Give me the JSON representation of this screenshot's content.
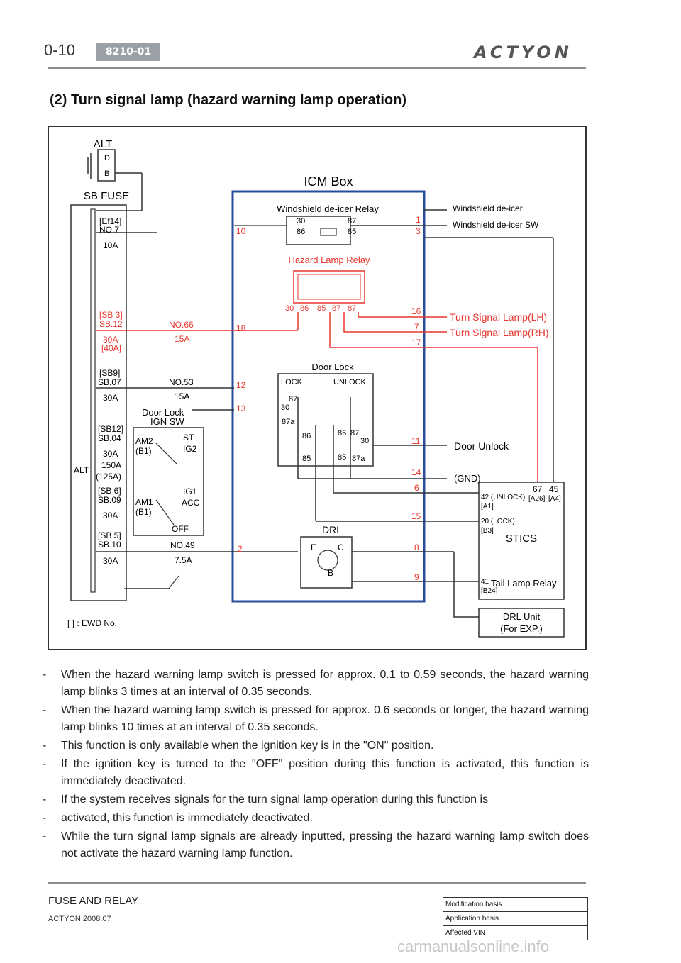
{
  "header": {
    "page_number": "0-10",
    "section_code": "8210-01",
    "brand": "ACTYON"
  },
  "heading": "(2) Turn signal lamp (hazard warning lamp operation)",
  "diagram": {
    "alt_top": "ALT",
    "alt_terminal_d": "D",
    "alt_terminal_b": "B",
    "sb_fuse_title": "SB FUSE",
    "icm_box_title": "ICM Box",
    "fuse_ef14": "[Ef14]",
    "fuse_no7": "NO.7",
    "fuse_no7_amp": "10A",
    "fuse_sb3": "[SB 3]",
    "fuse_sb12": "SB.12",
    "fuse_sb12_amp": "30A",
    "fuse_sb12_alt": "[40A]",
    "fuse_no66": "NO.66",
    "fuse_no66_amp": "15A",
    "fuse_sb9": "[SB9]",
    "fuse_sb07": "SB.07",
    "fuse_sb07_amp": "30A",
    "fuse_no53": "NO.53",
    "fuse_no53_amp": "15A",
    "door_lock_label": "Door Lock",
    "ign_sw_title": "IGN SW",
    "fuse_sb12b": "[SB12]",
    "fuse_sb04": "SB.04",
    "fuse_sb04_amp": "30A",
    "alt_main_amp": "150A",
    "alt_main_amp_alt": "(125A)",
    "alt_side": "ALT",
    "fuse_sb6": "[SB 6]",
    "fuse_sb09": "SB.09",
    "fuse_sb09_amp": "30A",
    "fuse_sb5": "[SB 5]",
    "fuse_sb10": "SB.10",
    "fuse_sb10_amp": "30A",
    "fuse_no49": "NO.49",
    "fuse_no49_amp": "7.5A",
    "ign_am2": "AM2",
    "ign_am2_sub": "(B1)",
    "ign_am1": "AM1",
    "ign_am1_sub": "(B1)",
    "ign_st": "ST",
    "ign_ig2": "IG2",
    "ign_ig1": "IG1",
    "ign_acc": "ACC",
    "ign_off": "OFF",
    "ewd_note": "[ ] : EWD No.",
    "windshield_relay_title": "Windshield de-icer Relay",
    "ws_pin_30": "30",
    "ws_pin_86": "86",
    "ws_pin_87": "87",
    "ws_pin_85": "85",
    "hazard_relay_title": "Hazard Lamp Relay",
    "hazard_pins": [
      "30",
      "86",
      "85",
      "87",
      "87"
    ],
    "door_lock_title": "Door Lock",
    "dl_lock": "LOCK",
    "dl_unlock": "UNLOCK",
    "dl_87": "87",
    "dl_30": "30",
    "dl_87a": "87a",
    "dl_86a": "86",
    "dl_85a": "85",
    "dl_86b": "86",
    "dl_87b": "87",
    "dl_30i": "30i",
    "dl_85b": "85",
    "dl_87ab": "87a",
    "drl_title": "DRL",
    "drl_e": "E",
    "drl_c": "C",
    "drl_b": "B",
    "icm_pin_10": "10",
    "icm_pin_18": "18",
    "icm_pin_12": "12",
    "icm_pin_13": "13",
    "icm_pin_2": "2",
    "icm_pin_1": "1",
    "icm_pin_3": "3",
    "icm_pin_16": "16",
    "icm_pin_7": "7",
    "icm_pin_17": "17",
    "icm_pin_11": "11",
    "icm_pin_14": "14",
    "icm_pin_6": "6",
    "icm_pin_15": "15",
    "icm_pin_8": "8",
    "icm_pin_9": "9",
    "out_windshield_deicer": "Windshield de-icer",
    "out_windshield_deicer_sw": "Windshield de-icer SW",
    "out_turn_lh": "Turn Signal Lamp(LH)",
    "out_turn_rh": "Turn Signal Lamp(RH)",
    "out_door_unlock": "Door Unlock",
    "out_gnd": "(GND)",
    "stics_pin_42": "42 (UNLOCK)",
    "stics_pin_a1": "[A1]",
    "stics_pin_67": "67",
    "stics_pin_45": "45",
    "stics_pin_a26": "[A26]",
    "stics_pin_a4": "[A4]",
    "stics_pin_20": "20 (LOCK)",
    "stics_pin_b3": "[B3]",
    "stics_title": "STICS",
    "stics_pin_41": "41",
    "stics_pin_b24": "[B24]",
    "tail_lamp_relay": "Tail Lamp Relay",
    "drl_unit": "DRL Unit",
    "drl_unit_sub": "(For EXP.)"
  },
  "description": [
    "When the hazard warning lamp switch is pressed for approx. 0.1 to 0.59 seconds, the hazard warning lamp blinks 3 times at an interval of 0.35 seconds.",
    "When the hazard warning lamp switch is pressed for approx. 0.6 seconds or longer, the hazard warning lamp blinks 10 times at an interval of 0.35 seconds.",
    "This function is only available when the ignition key is in the \"ON\" position.",
    "If the ignition key is turned to the \"OFF\" position during this function is activated, this function is immediately deactivated.",
    "If the system receives signals for the turn signal lamp operation during this function is",
    "activated, this function is immediately deactivated.",
    "While the turn signal lamp signals are already inputted, pressing the hazard warning lamp switch does not activate the hazard warning lamp function."
  ],
  "footer": {
    "title": "FUSE AND RELAY",
    "model": "ACTYON 2008.07",
    "table": [
      {
        "label": "Modification basis",
        "value": ""
      },
      {
        "label": "Application basis",
        "value": ""
      },
      {
        "label": "Affected VIN",
        "value": ""
      }
    ],
    "watermark": "carmanualsonline.info"
  },
  "colors": {
    "circuit_red": "#e8352e",
    "icm_border_blue": "#2a4c9a",
    "wire_dark": "#333333"
  }
}
